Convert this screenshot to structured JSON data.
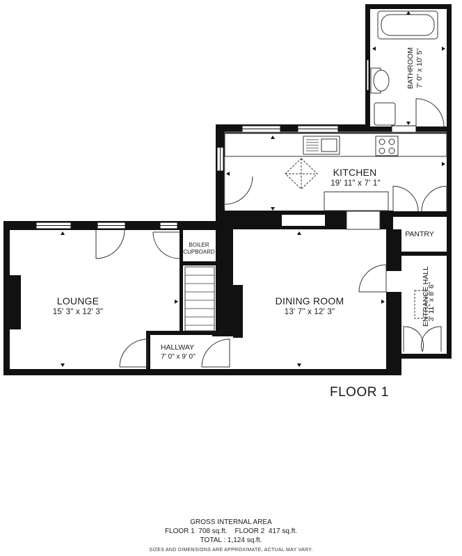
{
  "rooms": {
    "lounge": {
      "name": "LOUNGE",
      "dims": "15' 3\" x 12' 3\""
    },
    "dining": {
      "name": "DINING ROOM",
      "dims": "13' 7\" x 12' 3\""
    },
    "kitchen": {
      "name": "KITCHEN",
      "dims": "19' 11\" x 7' 1\""
    },
    "bathroom": {
      "name": "BATHROOM",
      "dims": "7' 0\" x 10' 5\""
    },
    "pantry": {
      "name": "PANTRY"
    },
    "entrance": {
      "name": "ENTRANCE HALL",
      "dims": "3' 11\" x 8' 6\""
    },
    "hallway": {
      "name": "HALLWAY",
      "dims": "7' 0\" x 9' 0\""
    },
    "boiler": {
      "line1": "BOILER",
      "line2": "CUPBOARD"
    }
  },
  "floor_title": "FLOOR 1",
  "footer": {
    "heading": "GROSS INTERNAL AREA",
    "areas": "FLOOR 1  708 sq.ft.    FLOOR 2  417 sq.ft.",
    "total": "TOTAL :  1,124 sq.ft.",
    "disclaimer": "SIZES AND DIMENSIONS ARE APPROXIMATE, ACTUAL MAY VARY."
  }
}
